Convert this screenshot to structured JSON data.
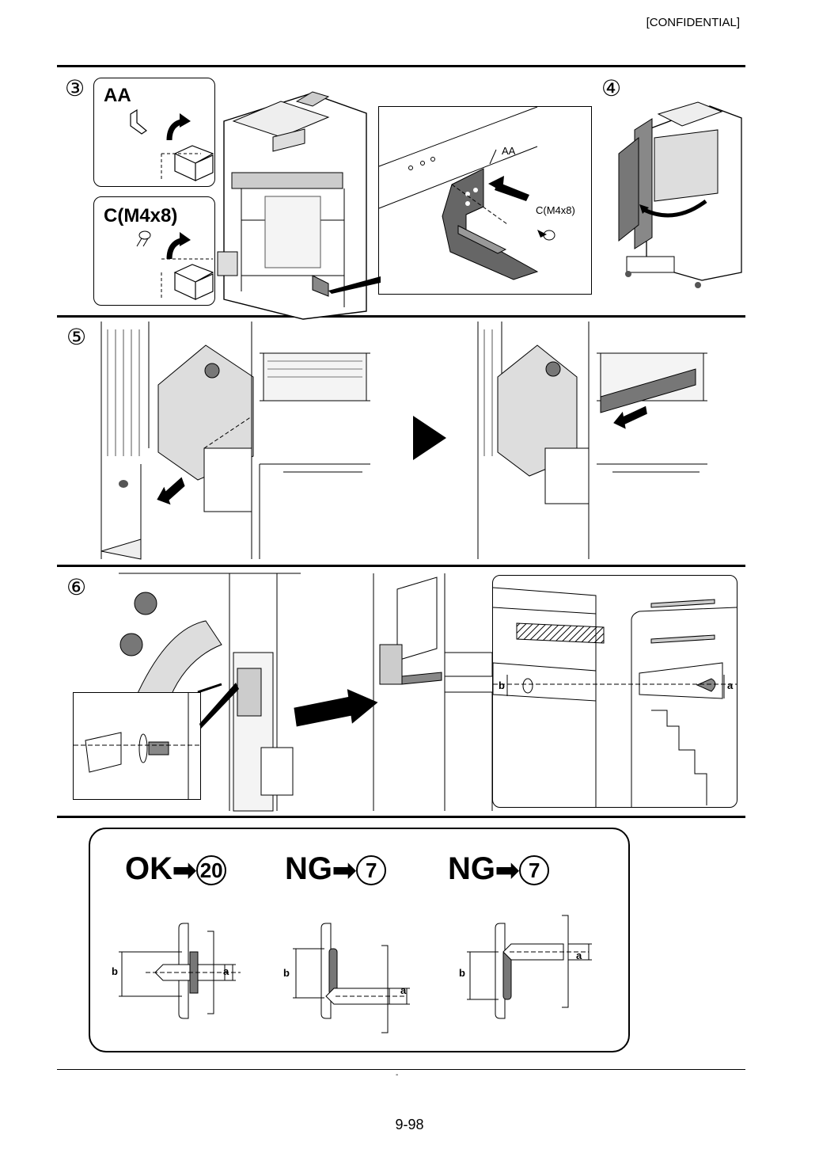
{
  "header": {
    "confidential": "[CONFIDENTIAL]"
  },
  "steps": {
    "s3": "③",
    "s4": "④",
    "s5": "⑤",
    "s6": "⑥"
  },
  "parts": {
    "aa_title": "AA",
    "c_title": "C(M4x8)",
    "aa_callout": "AA",
    "c_callout": "C(M4x8)"
  },
  "dims": {
    "a": "a",
    "b": "b"
  },
  "results": {
    "ok_label": "OK",
    "ok_target": "20",
    "ng1_label": "NG",
    "ng1_target": "7",
    "ng2_label": "NG",
    "ng2_target": "7",
    "arrow": "➡"
  },
  "footer": {
    "dot": "-",
    "page": "9-98"
  }
}
